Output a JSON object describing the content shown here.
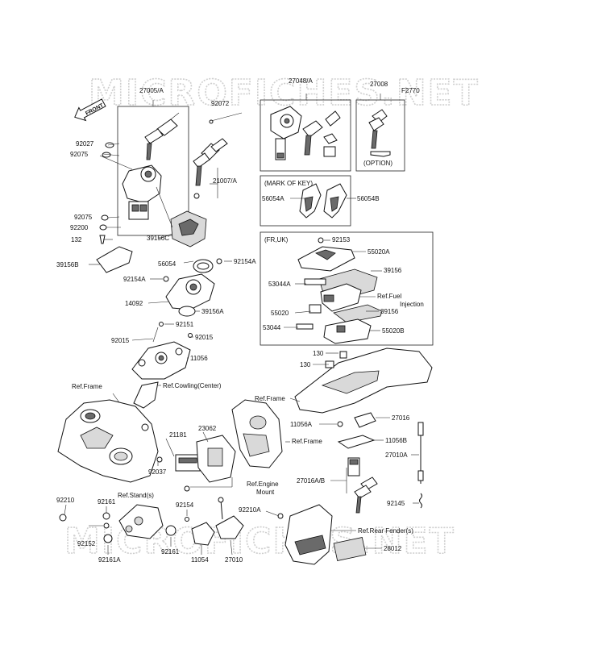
{
  "watermark": {
    "text": "MICROFICHES.NET"
  },
  "front_arrow": {
    "label": "FRONT"
  },
  "box_headers": {
    "key_variant": "27048/A",
    "mark_of_key": "(MARK OF KEY)",
    "fr_uk": "(FR,UK)",
    "option": "(OPTION)"
  },
  "labels": {
    "l27005A": "27005/A",
    "l92072": "92072",
    "l27008": "27008",
    "lF2770": "F2770",
    "l92027": "92027",
    "l92075a": "92075",
    "l21007A": "21007/A",
    "l56054A": "56054A",
    "l56054B": "56054B",
    "l92075b": "92075",
    "l92200": "92200",
    "l132": "132",
    "l39156C": "39156C",
    "l39156B": "39156B",
    "l56054": "56054",
    "l92154Aa": "92154A",
    "l92154Ab": "92154A",
    "l14092": "14092",
    "l39156A": "39156A",
    "l92153": "92153",
    "l55020A": "55020A",
    "l39156": "39156",
    "l53044A": "53044A",
    "lRefFuel1": "Ref.Fuel",
    "lRefFuel2": "Injection",
    "l55020": "55020",
    "l39156b": "39156",
    "l53044": "53044",
    "l55020B": "55020B",
    "l92151": "92151",
    "l92015a": "92015",
    "l92015b": "92015",
    "l11056": "11056",
    "l130a": "130",
    "l130b": "130",
    "lRefFrame1": "Ref.Frame",
    "lRefCowl": "Ref.Cowling(Center)",
    "lRefFrame2": "Ref.Frame",
    "l11056A": "11056A",
    "l27016": "27016",
    "l11056B": "11056B",
    "l23062": "23062",
    "l21181": "21181",
    "lRefFrame3": "Ref.Frame",
    "l27010A": "27010A",
    "l92037": "92037",
    "lRefEngine1": "Ref.Engine",
    "lRefEngine2": "Mount",
    "l27016AB": "27016A/B",
    "l92210": "92210",
    "l92161a": "92161",
    "lRefStand": "Ref.Stand(s)",
    "l92154": "92154",
    "l92210A": "92210A",
    "l92145": "92145",
    "lRefRear": "Ref.Rear Fender(s)",
    "l92152": "92152",
    "l92161b": "92161",
    "l28012": "28012",
    "l92161A": "92161A",
    "l11054": "11054",
    "l27010": "27010"
  }
}
